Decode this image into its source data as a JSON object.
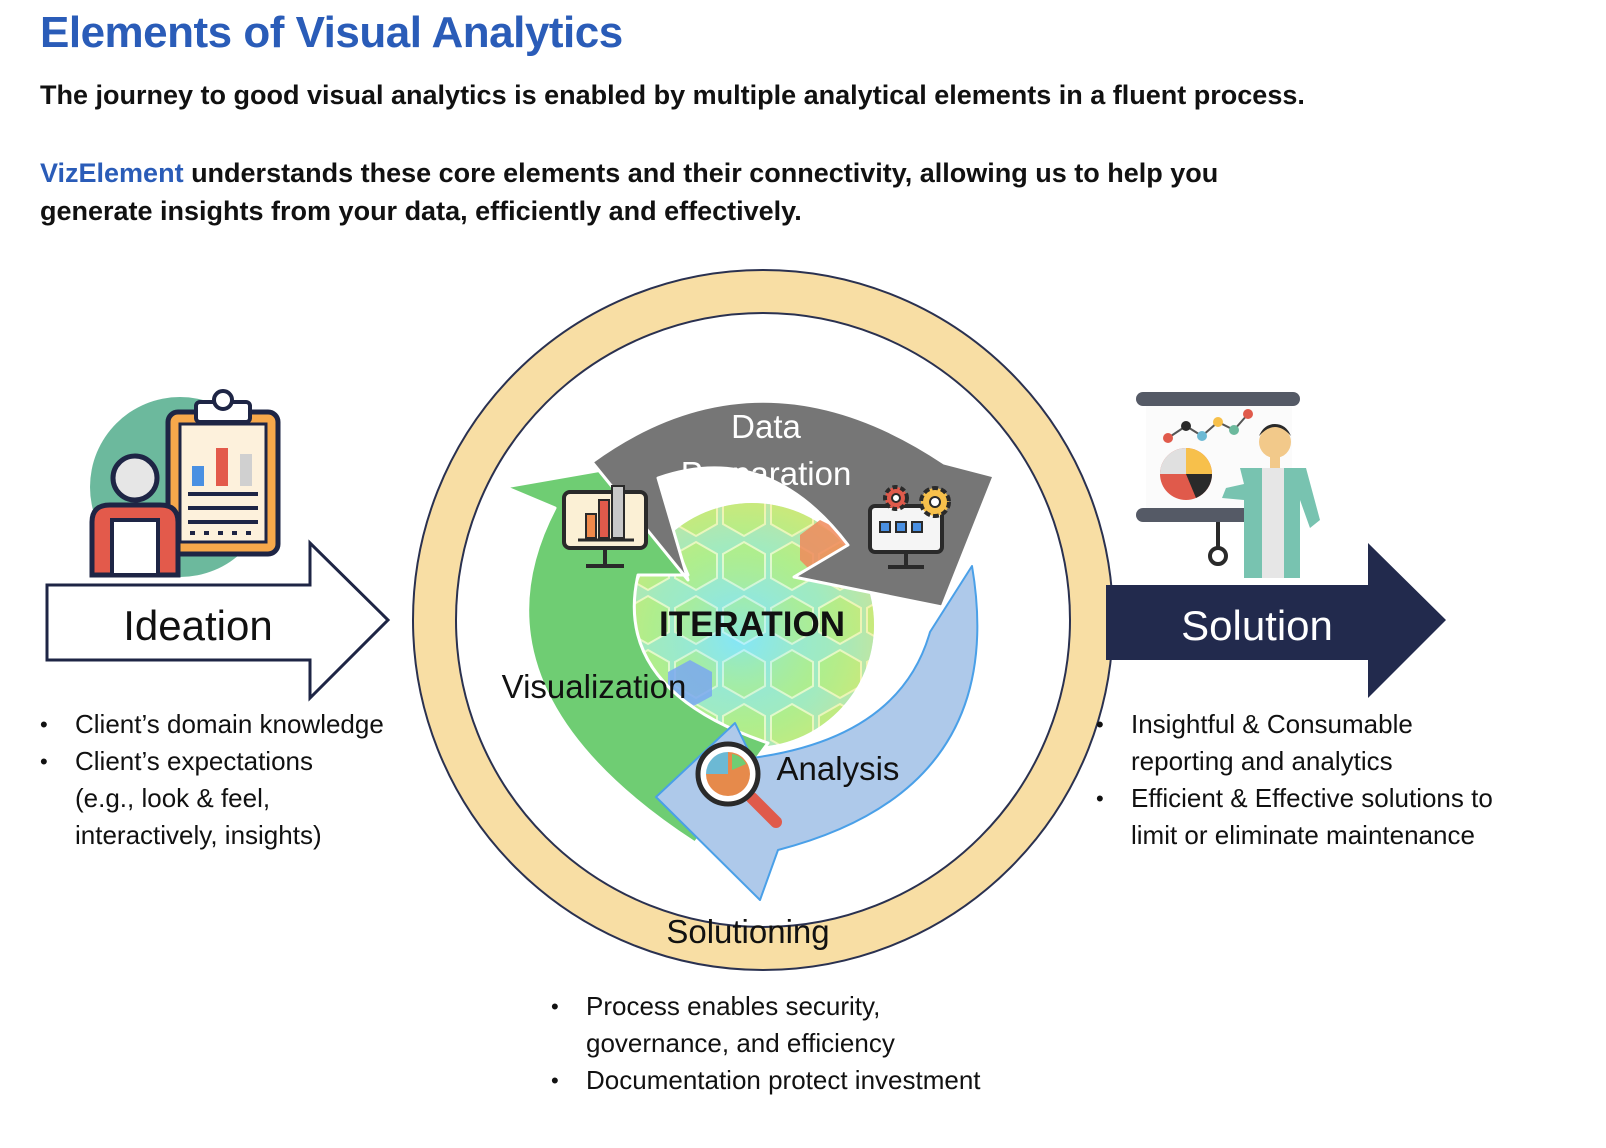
{
  "header": {
    "title": "Elements of Visual Analytics",
    "subtitle": "The journey to good visual analytics is enabled by multiple analytical elements in a fluent process.",
    "intro_brand": "VizElement",
    "intro_line1_rest": " understands these core elements and their connectivity, allowing us to help you",
    "intro_line2": "generate insights from your data, efficiently and effectively."
  },
  "stages": {
    "ideation": {
      "label": "Ideation",
      "bullets": [
        "Client’s domain knowledge",
        "Client’s expectations",
        "(e.g., look & feel,",
        "interactively, insights)"
      ]
    },
    "cycle": {
      "center_label": "ITERATION",
      "data_prep_line1": "Data",
      "data_prep_line2": "Preparation",
      "visualization": "Visualization",
      "analysis": "Analysis",
      "ring_label": "Solutioning",
      "bullets": [
        "Process enables security,",
        "governance, and efficiency",
        "Documentation protect investment"
      ]
    },
    "solution": {
      "label": "Solution",
      "bullets": [
        "Insightful & Consumable",
        "reporting and analytics",
        "Efficient & Effective solutions to",
        "limit or eliminate maintenance"
      ]
    }
  },
  "colors": {
    "brand_blue": "#2a5cb8",
    "navy": "#222a4d",
    "ring_fill": "#f8dea4",
    "data_prep_arrow": "#767676",
    "visualization_arrow": "#6fcd73",
    "analysis_arrow": "#aec9ea",
    "teal_bg": "#6cb99d"
  },
  "icons": [
    "clipboard-chart-icon",
    "user-icon",
    "bar-chart-monitor-icon",
    "gear-computer-icon",
    "pie-magnifier-icon",
    "presenter-board-icon"
  ]
}
